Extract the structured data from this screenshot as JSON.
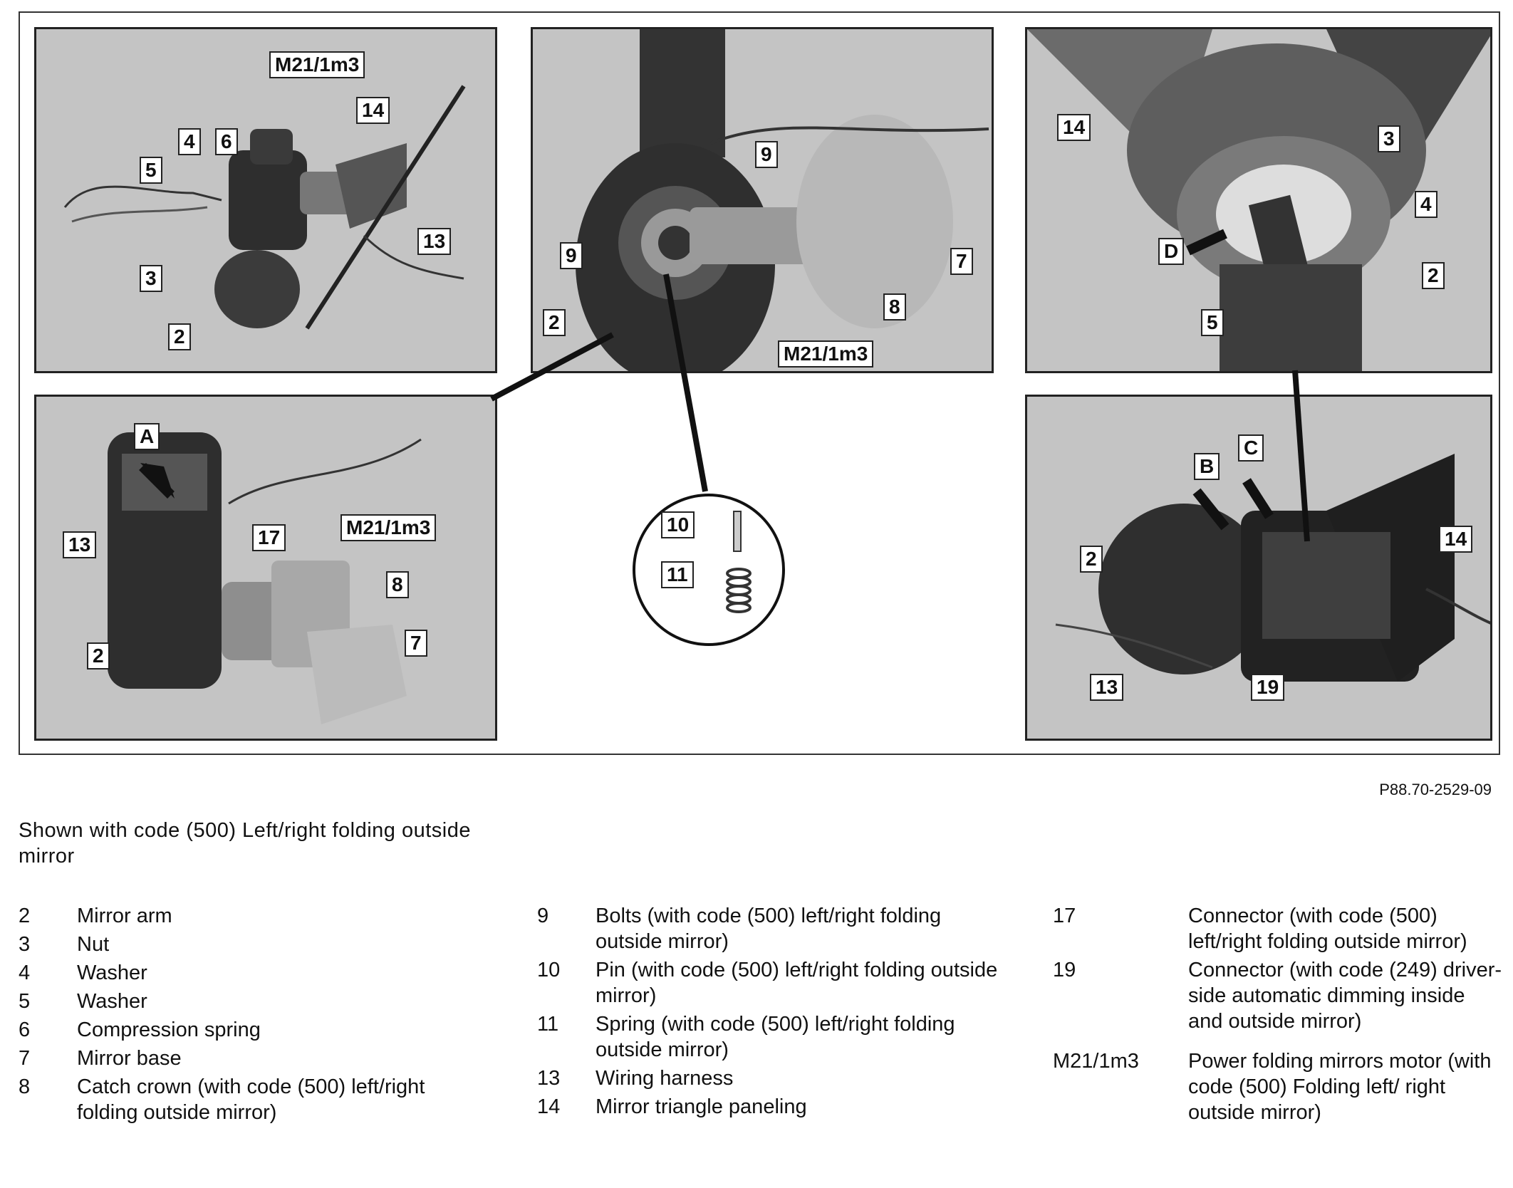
{
  "figure_code": "P88.70-2529-09",
  "caption": "Shown with code (500) Left/right folding outside mirror",
  "callouts": {
    "p1": [
      "M21/1m3",
      "14",
      "4",
      "6",
      "5",
      "13",
      "3",
      "2"
    ],
    "p2": [
      "9",
      "9",
      "7",
      "8",
      "2",
      "M21/1m3"
    ],
    "p3": [
      "14",
      "3",
      "4",
      "D",
      "2",
      "5"
    ],
    "p4": [
      "A",
      "13",
      "17",
      "M21/1m3",
      "8",
      "2",
      "7"
    ],
    "p5": [
      "10",
      "11"
    ],
    "p6": [
      "C",
      "B",
      "2",
      "14",
      "13",
      "19"
    ]
  },
  "legend": [
    [
      {
        "num": "2",
        "text": "Mirror arm"
      },
      {
        "num": "3",
        "text": "Nut"
      },
      {
        "num": "4",
        "text": "Washer"
      },
      {
        "num": "5",
        "text": "Washer"
      },
      {
        "num": "6",
        "text": "Compression spring"
      },
      {
        "num": "7",
        "text": "Mirror base"
      },
      {
        "num": "8",
        "text": "Catch crown (with code (500) left/right folding outside mirror)"
      }
    ],
    [
      {
        "num": "9",
        "text": "Bolts (with code (500) left/right folding outside mirror)"
      },
      {
        "num": "10",
        "text": "Pin (with code (500) left/right folding outside mirror)"
      },
      {
        "num": "11",
        "text": "Spring (with code (500) left/right folding outside mirror)"
      },
      {
        "num": "13",
        "text": "Wiring harness"
      },
      {
        "num": "14",
        "text": "Mirror triangle paneling"
      }
    ],
    [
      {
        "num": "17",
        "text": "Connector (with code (500) left/right folding outside mirror)"
      },
      {
        "num": "19",
        "text": "Connector (with code (249) driver-side automatic dimming inside and outside mirror)"
      },
      {
        "num": "M21/1m3",
        "text": "Power folding mirrors motor (with code (500) Folding left/ right outside mirror)"
      }
    ]
  ]
}
